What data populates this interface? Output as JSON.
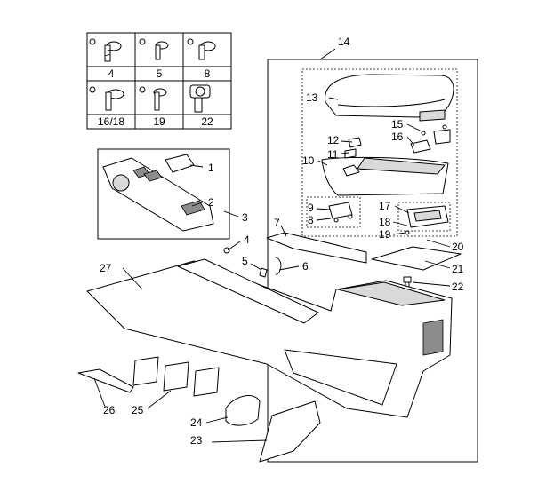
{
  "fastener_table": {
    "labels": [
      "4",
      "5",
      "8",
      "16/18",
      "19",
      "22"
    ]
  },
  "callouts": {
    "c1": "1",
    "c2": "2",
    "c3": "3",
    "c4": "4",
    "c5": "5",
    "c6": "6",
    "c7": "7",
    "c8": "8",
    "c9": "9",
    "c10": "10",
    "c11": "11",
    "c12": "12",
    "c13": "13",
    "c14": "14",
    "c15": "15",
    "c16": "16",
    "c17": "17",
    "c18": "18",
    "c19": "19",
    "c20": "20",
    "c21": "21",
    "c22": "22",
    "c23": "23",
    "c24": "24",
    "c25": "25",
    "c26": "26",
    "c27": "27"
  }
}
